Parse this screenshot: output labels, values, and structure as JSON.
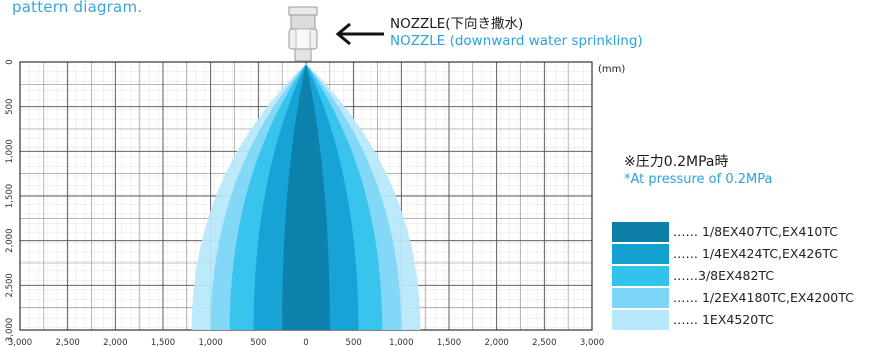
{
  "caption": "pattern diagram.",
  "nozzle": {
    "label_ja": "NOZZLE(下向き撒水)",
    "label_en": "NOZZLE (downward water sprinkling)"
  },
  "unit": "(mm)",
  "pressure": {
    "label_ja": "※圧力0.2MPa時",
    "label_en": "*At pressure of 0.2MPa"
  },
  "x_ticks": [
    "3,000",
    "2,500",
    "2,000",
    "1,500",
    "1,000",
    "500",
    "0",
    "500",
    "1,000",
    "1,500",
    "2,000",
    "2,500",
    "3,000"
  ],
  "y_ticks": [
    "0",
    "500",
    "1,000",
    "1,500",
    "2,000",
    "2,500",
    "3,000"
  ],
  "legend": [
    {
      "label": "…… 1/8EX407TC,EX410TC",
      "color": "#0c7ea8"
    },
    {
      "label": "…… 1/4EX424TC,EX426TC",
      "color": "#15a0d2"
    },
    {
      "label": "……3/8EX482TC",
      "color": "#33c2ec"
    },
    {
      "label": "…… 1/2EX4180TC,EX4200TC",
      "color": "#7dd6f5"
    },
    {
      "label": "…… 1EX4520TC",
      "color": "#b7e8fb"
    }
  ],
  "pattern": {
    "type": "spray-pattern",
    "vertical_range_mm": [
      0,
      3000
    ],
    "horizontal_range_mm": [
      -3000,
      3000
    ],
    "bands": [
      {
        "name": "1EX4520TC",
        "half_width_mm_at_3000": 1200,
        "color": "#b7e8fb"
      },
      {
        "name": "1/2EX4180TC,EX4200TC",
        "half_width_mm_at_3000": 1000,
        "color": "#7dd6f5"
      },
      {
        "name": "3/8EX482TC",
        "half_width_mm_at_3000": 800,
        "color": "#33c2ec"
      },
      {
        "name": "1/4EX424TC,EX426TC",
        "half_width_mm_at_3000": 550,
        "color": "#15a0d2"
      },
      {
        "name": "1/8EX407TC,EX410TC",
        "half_width_mm_at_3000": 250,
        "color": "#0c7ea8"
      }
    ]
  }
}
